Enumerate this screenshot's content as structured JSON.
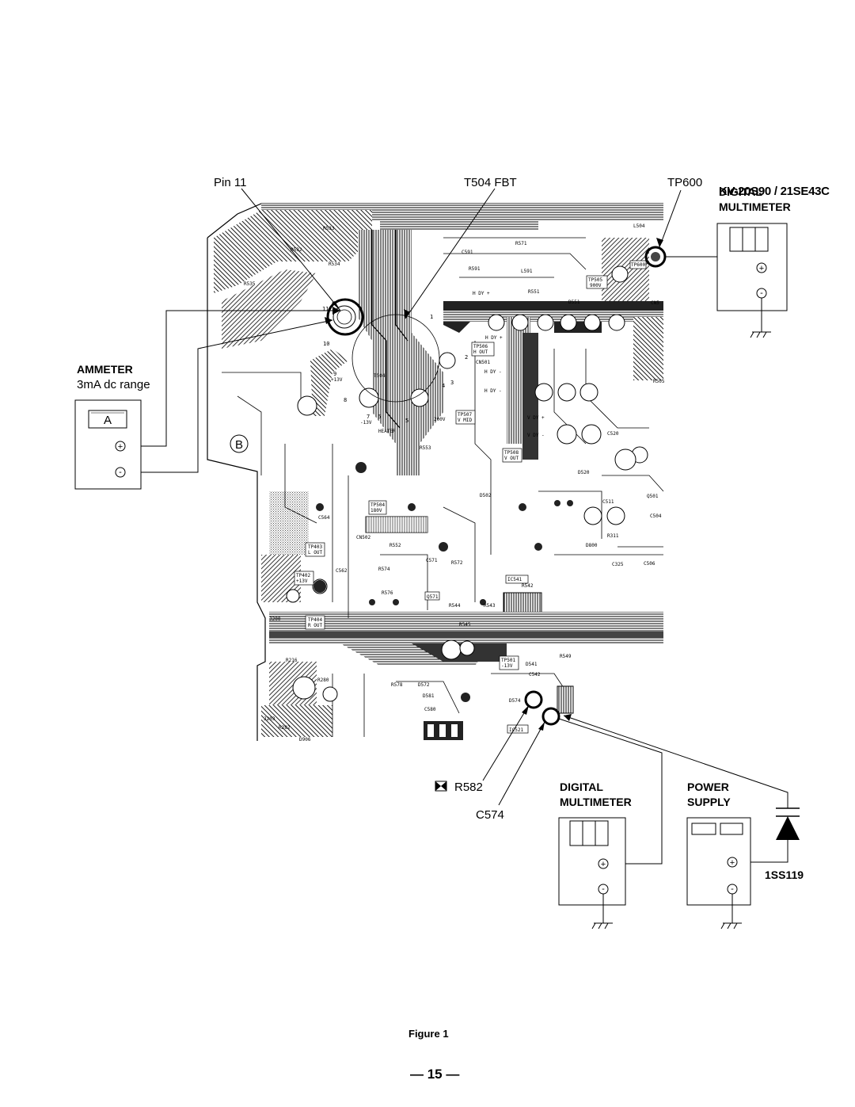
{
  "header": {
    "model": "KV-20S90 / 21SE43C"
  },
  "callouts": {
    "pin": "Pin 11",
    "fbt": "T504 FBT",
    "tp": "TP600",
    "resistor": "R582",
    "capacitor": "C574",
    "diode": "1SS119"
  },
  "instruments": {
    "ammeter_title": "AMMETER",
    "ammeter_range": "3mA dc range",
    "ammeter_symbol": "A",
    "dmm_top_line1": "DIGITAL",
    "dmm_top_line2": "MULTIMETER",
    "dmm_bottom_line1": "DIGITAL",
    "dmm_bottom_line2": "MULTIMETER",
    "psu_line1": "POWER",
    "psu_line2": "SUPPLY",
    "plus": "+",
    "minus": "-"
  },
  "pcb": {
    "board_mark": "B",
    "labels": {
      "t504": "T504",
      "cn501": "CN501",
      "cn502": "CN502",
      "ic541": "IC541",
      "ic521": "IC521",
      "j200": "J200",
      "j203": "J203",
      "heater": "HEATER",
      "r533": "R533",
      "r532": "R532",
      "r534": "R534",
      "r535": "R535",
      "r571": "R571",
      "l591": "L591",
      "r551": "R551",
      "d551": "D551",
      "tp505": "TP505",
      "tp505v": "900V",
      "tp506": "TP506",
      "tp506v": "H OUT",
      "tp507": "TP507",
      "tp507v": "V MID",
      "tp508": "TP508",
      "tp508v": "V OUT",
      "tp504": "TP504",
      "tp504v": "180V",
      "tp403": "TP403",
      "tp403v": "L OUT",
      "tp402": "TP402",
      "tp402v": "+13V",
      "tp404": "TP404",
      "tp404v": "R OUT",
      "tp501": "TP501",
      "tp501v": "-13V",
      "tp600": "TP600",
      "c520": "C520",
      "c511": "C511",
      "c504": "C504",
      "r311": "R311",
      "d800": "D800",
      "c325": "C325",
      "d520": "D520",
      "q501": "Q501",
      "r553": "R553",
      "r552": "R552",
      "r574": "R574",
      "r576": "R576",
      "c571": "C571",
      "r572": "R572",
      "q571": "Q571",
      "r544": "R544",
      "r543": "R543",
      "r542": "R542",
      "r545": "R545",
      "r549": "R549",
      "d541": "D541",
      "c542": "C542",
      "r578": "R578",
      "d572": "D572",
      "d581": "D581",
      "c580": "C580",
      "d574": "D574",
      "c564": "C564",
      "c562": "C562",
      "r216": "R216",
      "r280": "R280",
      "r282": "R282",
      "d906": "D906",
      "l504": "L504",
      "r505": "R505",
      "c591": "C591",
      "r591": "R591",
      "d502": "D502",
      "c506": "C506",
      "cn5": "CN5",
      "v13": "+13V",
      "vm13": "-13V",
      "v200": "200V",
      "hdy1": "H DY +",
      "hdy2": "H DY -",
      "vdy1": "V DY +",
      "vdy2": "V DY -",
      "n11": "11",
      "n10": "10",
      "n9": "9",
      "n8": "8",
      "n7": "7",
      "n6": "6",
      "n5": "5",
      "n4": "4",
      "n3": "3",
      "n2": "2",
      "n1": "1"
    }
  },
  "caption": "Figure 1",
  "page_number": "— 15 —"
}
